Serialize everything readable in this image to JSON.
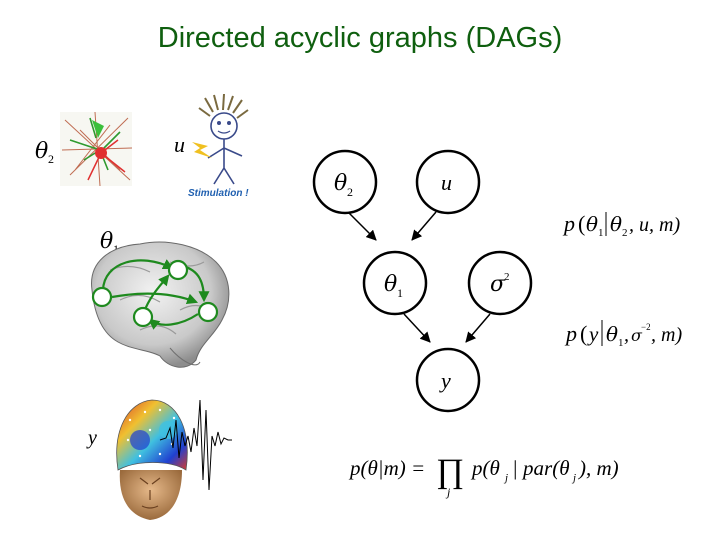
{
  "title": "Directed acyclic graphs (DAGs)",
  "illustrations": {
    "neuron_label": "θ",
    "neuron_label_sub": "2",
    "stick_label": "u",
    "stick_caption": "Stimulation !",
    "brain_label": "θ",
    "brain_label_sub": "1",
    "eeg_label": "y"
  },
  "graph": {
    "node_theta2": "θ",
    "node_theta2_sub": "2",
    "node_u": "u",
    "node_theta1": "θ",
    "node_theta1_sub": "1",
    "node_sigma": "σ",
    "node_sigma_sup": "2",
    "node_y": "y"
  },
  "formulas": {
    "f1_p": "p",
    "f1_theta1": "θ",
    "f1_sub1": "1",
    "f1_theta2": "θ",
    "f1_sub2": "2",
    "f1_rest": ", u, m)",
    "f2_p": "p",
    "f2_y": "y",
    "f2_theta": "θ",
    "f2_sub1": "1",
    "f2_comma": ",",
    "f2_sigma": "σ",
    "f2_sup": "−2",
    "f2_rest": ", m)",
    "f3_left": "p(θ|m) =",
    "f3_prod": "∏",
    "f3_index": "j",
    "f3_p": "p(θ",
    "f3_sub_j": "j",
    "f3_mid": "| par(θ",
    "f3_sub_j2": "j",
    "f3_end": "), m)"
  },
  "colors": {
    "title": "#0f5f0f",
    "green": "#1e8a1e",
    "node_stroke": "#000000"
  }
}
